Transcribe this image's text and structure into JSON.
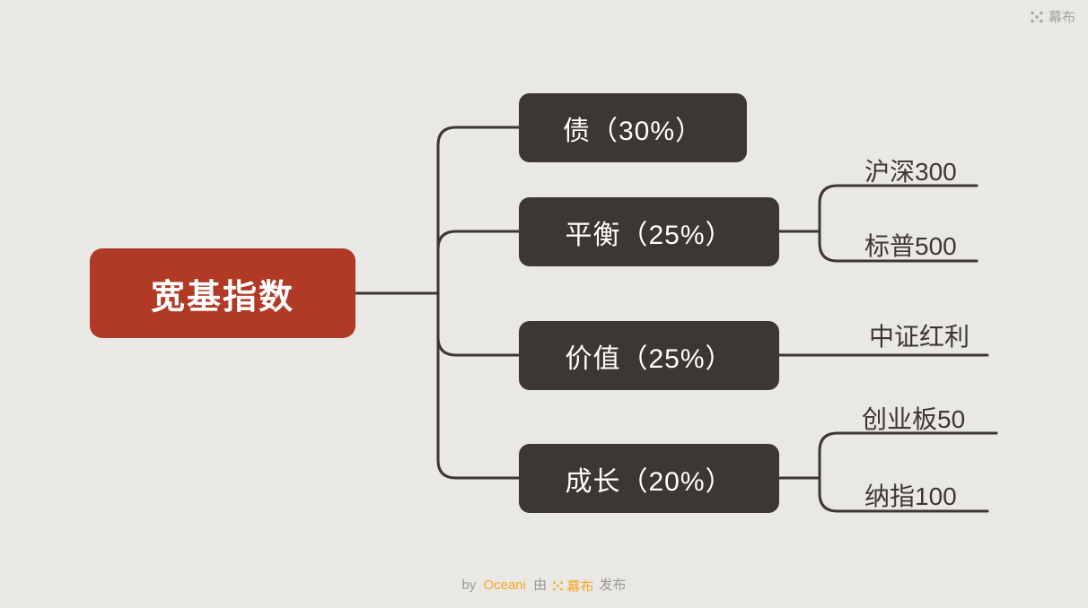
{
  "header": {
    "brand": "幕布"
  },
  "mindmap": {
    "root": {
      "label": "宽基指数"
    },
    "branches": [
      {
        "label": "债（30%）"
      },
      {
        "label": "平衡（25%）"
      },
      {
        "label": "价值（25%）"
      },
      {
        "label": "成长（20%）"
      }
    ],
    "leaves": [
      {
        "label": "沪深300",
        "parent": "平衡（25%）"
      },
      {
        "label": "标普500",
        "parent": "平衡（25%）"
      },
      {
        "label": "中证红利",
        "parent": "价值（25%）"
      },
      {
        "label": "创业板50",
        "parent": "成长（20%）"
      },
      {
        "label": "纳指100",
        "parent": "成长（20%）"
      }
    ]
  },
  "footer": {
    "by": "by",
    "author": "Oceani",
    "via": "由",
    "brand": "幕布",
    "publish": "发布"
  },
  "colors": {
    "background": "#e9e8e4",
    "root_bg": "#b03a26",
    "node_bg": "#3c3733",
    "connector": "#3c3733",
    "accent_orange": "#f7a824",
    "watermark_gray": "#a3a29d"
  }
}
